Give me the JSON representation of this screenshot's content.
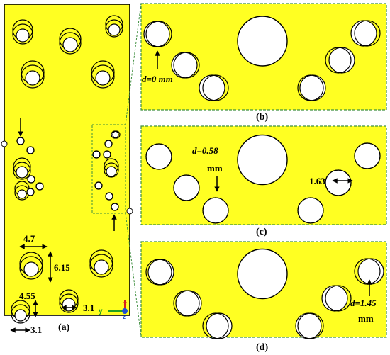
{
  "colors": {
    "substrate": "#ffff22",
    "edge": "#000000",
    "hole": "#ffffff",
    "guide": "#3f8f3f",
    "axis_x": "#d42020",
    "axis_y": "#20a020",
    "axis_z": "#2050d0"
  },
  "panels": {
    "a": {
      "caption": "(a)"
    },
    "b": {
      "caption": "(b)",
      "note": "d=0 mm"
    },
    "c": {
      "caption": "(c)",
      "note_line1": "d=0.58",
      "note_line2": "mm",
      "diameter": "1.63"
    },
    "d": {
      "caption": "(d)",
      "note_line1": "d=1.45",
      "note_line2": "mm"
    }
  },
  "dimensions": {
    "width_top": "4.7",
    "height_top": "6.15",
    "height_bottom": "4.55",
    "width_bottom": "3.1",
    "hole_diameter": "3.1"
  },
  "axes": {
    "x": "x",
    "y": "y",
    "z": "z"
  },
  "icons": [
    "arrow-icon",
    "axis-triad-icon"
  ]
}
